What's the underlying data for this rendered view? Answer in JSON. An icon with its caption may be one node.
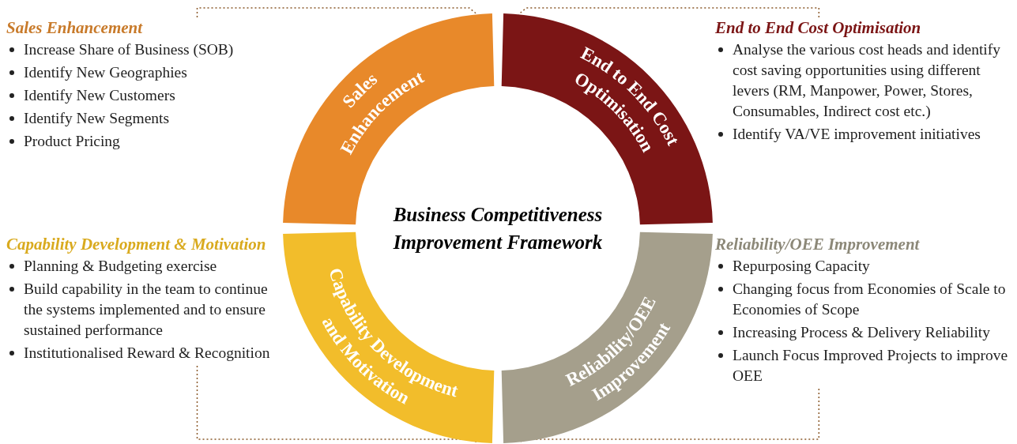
{
  "diagram": {
    "nodes": [
      {
        "text": [
          "Sales Enhancement",
          "Increase Share of Business (SOB)",
          "Identify New Geographies",
          "Identify New Customers",
          "Identify New Segments",
          "Product Pricing"
        ]
      },
      {
        "text": [
          "Sales Enhancement"
        ]
      },
      {
        "text": [
          "End to End Cost Optimisation"
        ]
      },
      {
        "text": [
          "End to End Cost Optimisation",
          "Analyse the various cost heads and identify cost saving opportunities using different levers (RM, Manpower, Power, Stores, Consumables, Indirect cost etc.)",
          "Identify VA/VE improvement initiatives"
        ]
      },
      {
        "text": [
          "Business Competitiveness Improvement Framework"
        ]
      },
      {
        "text": [
          "Capability Development & Motivation",
          "Planning & Budgeting exercise",
          "Build capability in the team to continue the systems implemented and to ensure sustained performance",
          "Institutionalised Reward & Recognition"
        ]
      },
      {
        "text": [
          "Capability Development and Motivation"
        ]
      },
      {
        "text": [
          "Reliability/OEE Improvement"
        ]
      },
      {
        "text": [
          "Reliability/OEE Improvement",
          "Repurposing Capacity",
          "Changing focus from Economies of Scale to Economies of Scope",
          "Increasing Process & Delivery Reliability",
          "Launch Focus Improved Projects to improve OEE"
        ]
      }
    ],
    "edges": [
      {
        "from": 0,
        "to": 1,
        "arrow": "none",
        "style": "dashed"
      },
      {
        "from": 3,
        "to": 2,
        "arrow": "none",
        "style": "dashed"
      },
      {
        "from": 5,
        "to": 6,
        "arrow": "none",
        "style": "dashed"
      },
      {
        "from": 8,
        "to": 7,
        "arrow": "none",
        "style": "dashed"
      }
    ]
  }
}
